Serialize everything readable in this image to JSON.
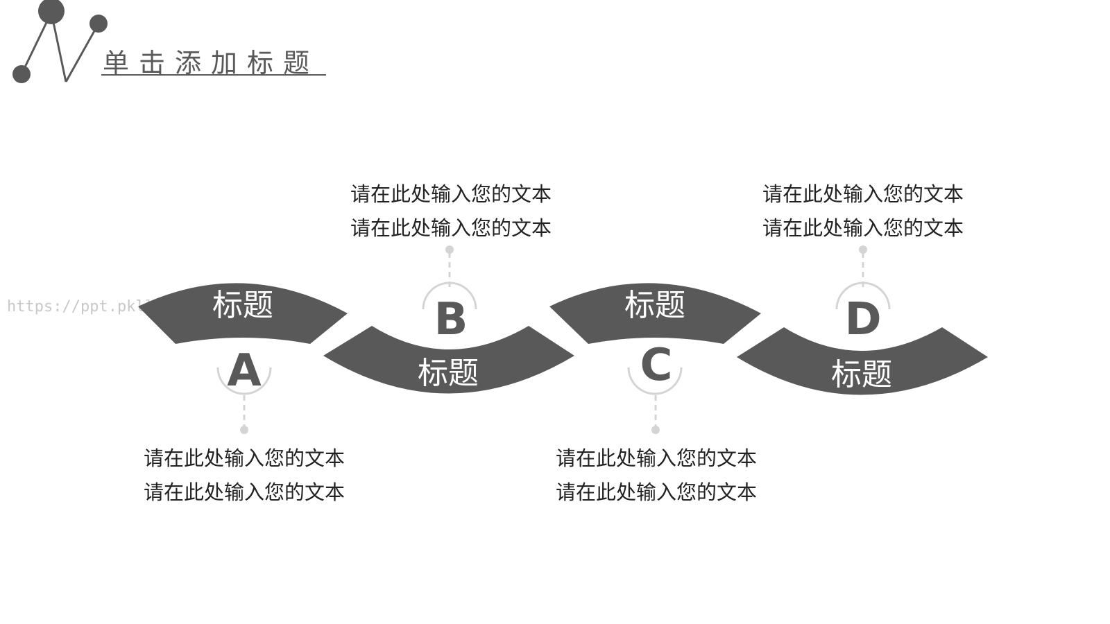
{
  "header": {
    "title": "单击添加标题"
  },
  "watermark": "https://ppt.pkll",
  "steps": [
    {
      "letter": "A",
      "label": "标题",
      "lines": [
        "请在此处输入您的文本",
        "请在此处输入您的文本"
      ]
    },
    {
      "letter": "B",
      "label": "标题",
      "lines": [
        "请在此处输入您的文本",
        "请在此处输入您的文本"
      ]
    },
    {
      "letter": "C",
      "label": "标题",
      "lines": [
        "请在此处输入您的文本",
        "请在此处输入您的文本"
      ]
    },
    {
      "letter": "D",
      "label": "标题",
      "lines": [
        "请在此处输入您的文本",
        "请在此处输入您的文本"
      ]
    }
  ],
  "colors": {
    "band": "#595959",
    "accent_light": "#d4d4d4",
    "text": "#222222"
  }
}
